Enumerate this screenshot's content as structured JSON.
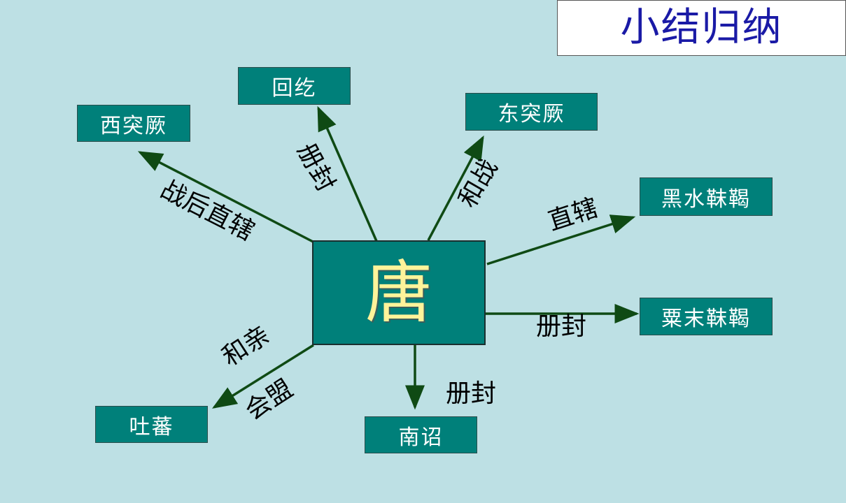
{
  "title": "小结归纳",
  "center": "唐",
  "nodes": {
    "west_turks": "西突厥",
    "uyghur": "回纥",
    "east_turks": "东突厥",
    "heishui_mohe": "黑水靺鞨",
    "sumo_mohe": "粟末靺鞨",
    "nanzhao": "南诏",
    "tubo": "吐蕃"
  },
  "edges": {
    "west_turks": "战后直辖",
    "uyghur": "册封",
    "east_turks": "和战",
    "heishui_mohe": "直辖",
    "sumo_mohe": "册封",
    "nanzhao": "册封",
    "tubo_line1": "和亲",
    "tubo_line2": "会盟"
  },
  "colors": {
    "background": "#bde0e4",
    "node_fill": "#00807a",
    "arrow": "#0f4a14",
    "center_text": "#fff39a",
    "title_text": "#1a1aa6"
  }
}
